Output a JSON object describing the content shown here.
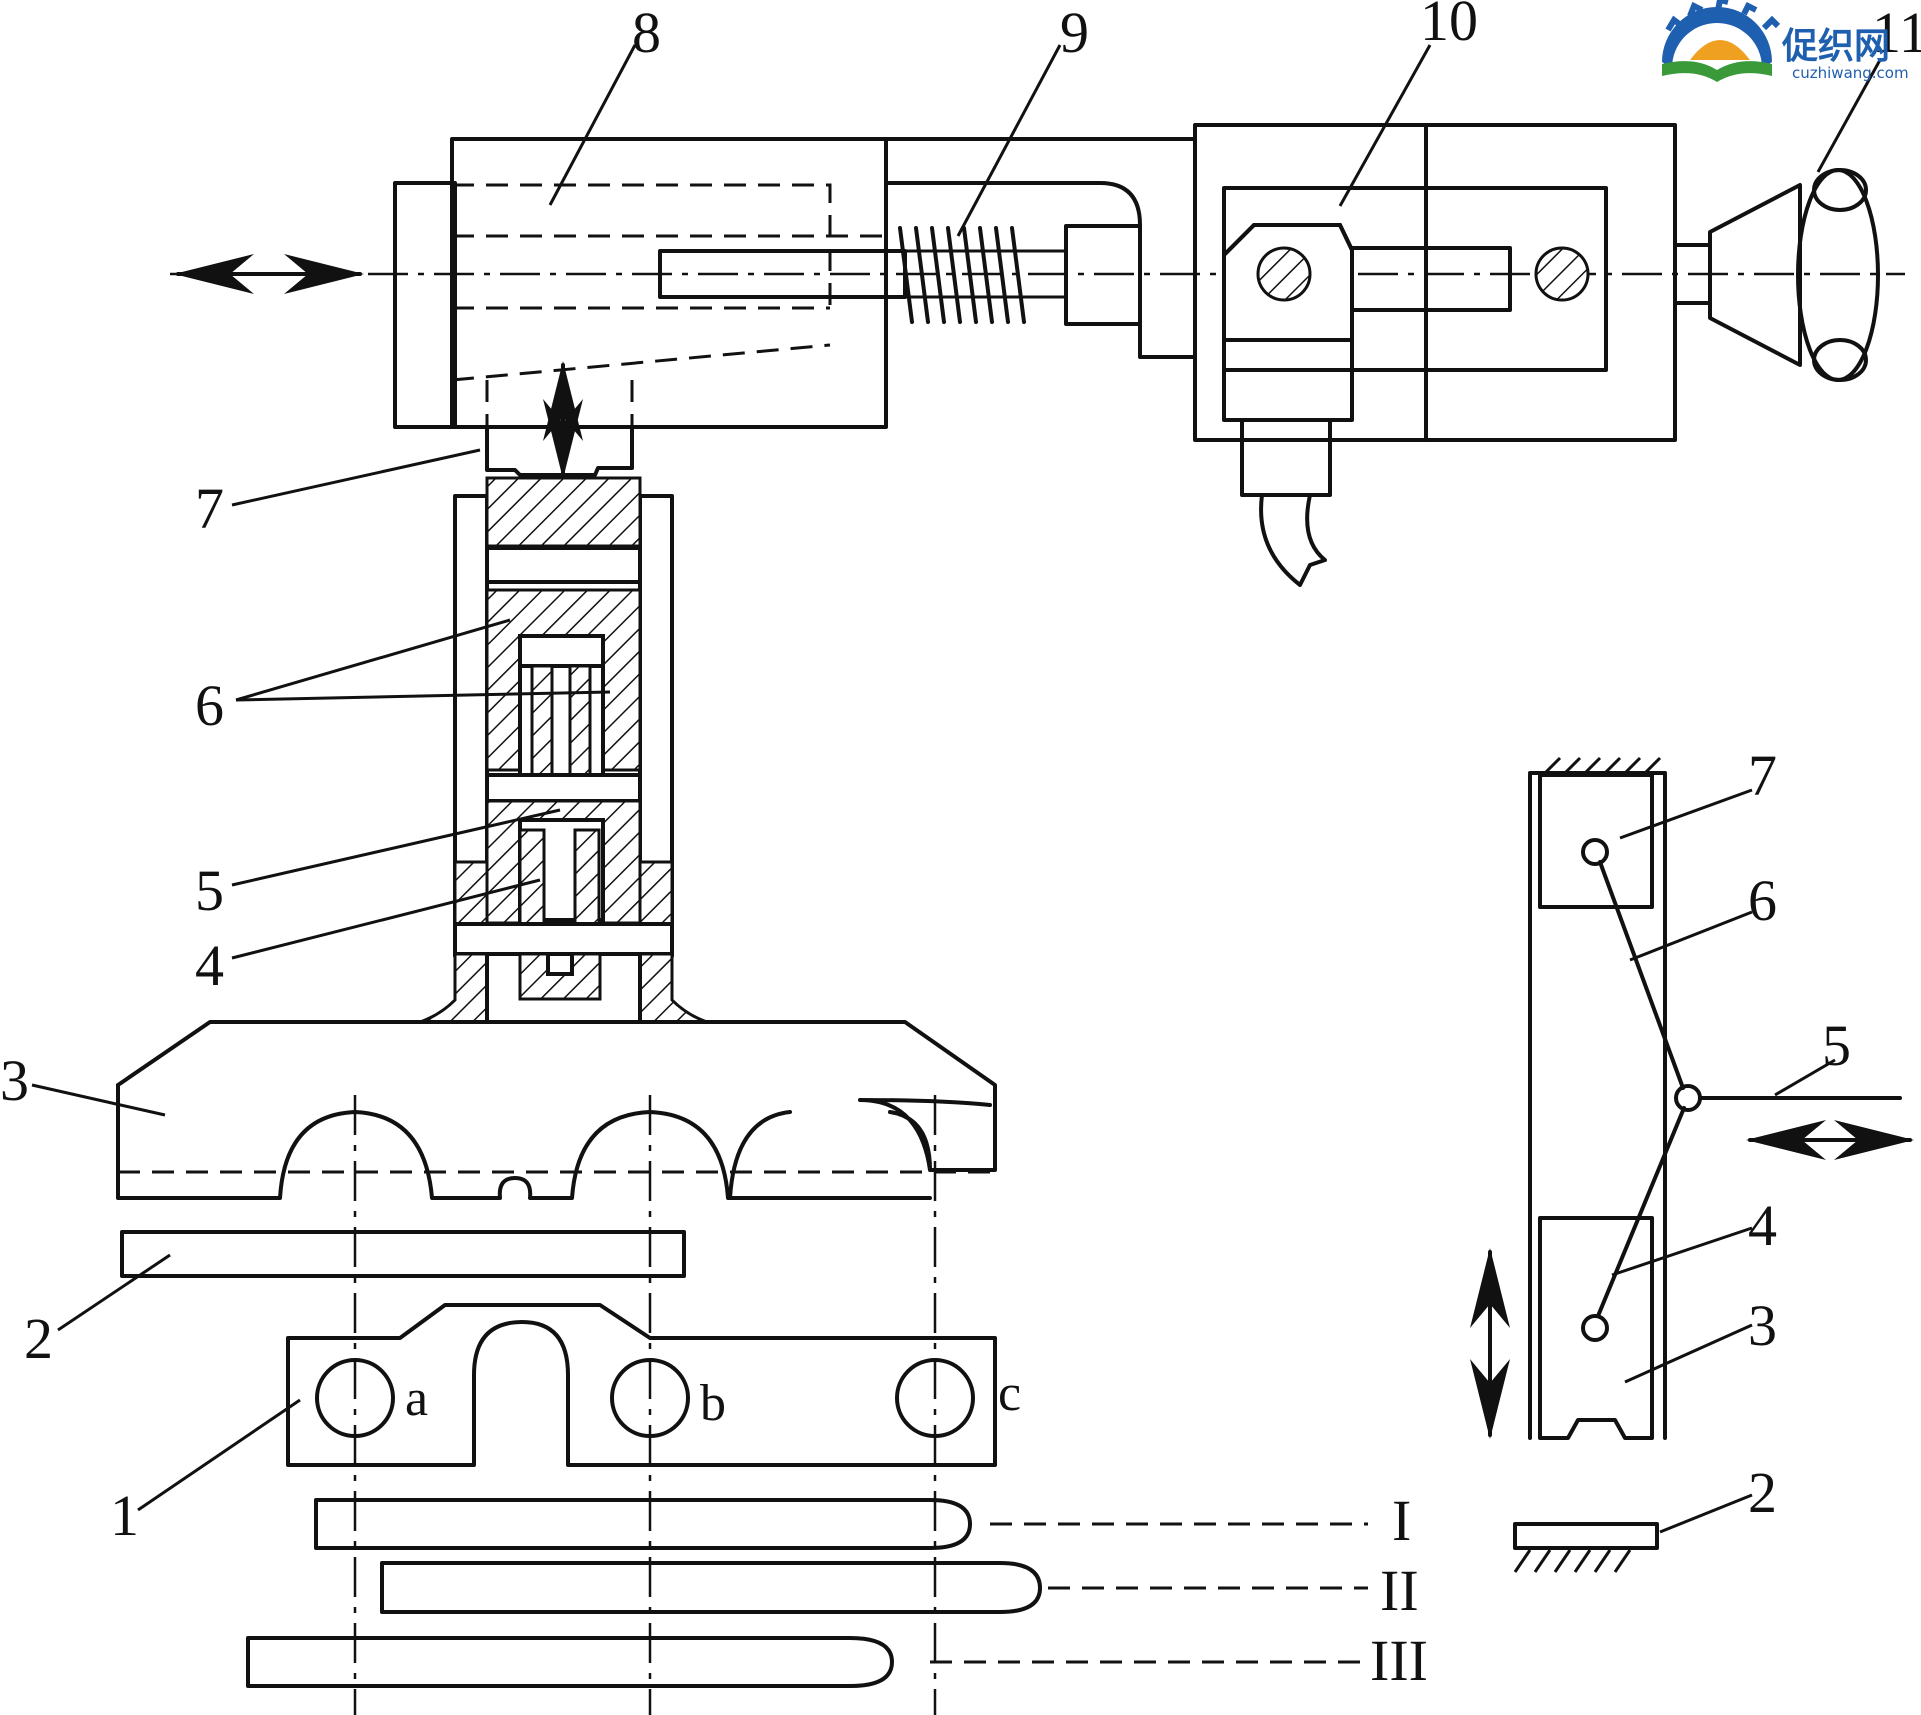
{
  "mechanism_labels": {
    "l1": "1",
    "l2": "2",
    "l3": "3",
    "l4": "4",
    "l5": "5",
    "l6": "6",
    "l7": "7",
    "l8": "8",
    "l9": "9",
    "l10": "10",
    "l11": "11"
  },
  "hole_labels": {
    "a": "a",
    "b": "b",
    "c": "c"
  },
  "position_labels": {
    "p1": "I",
    "p2": "II",
    "p3": "III"
  },
  "schematic_labels": {
    "s2": "2",
    "s3": "3",
    "s4": "4",
    "s5": "5",
    "s6": "6",
    "s7": "7"
  },
  "logo": {
    "name": "促织网",
    "url": "cuzhiwang.com",
    "colors": {
      "blue": "#1f5fb0",
      "orange": "#f0a020",
      "green": "#3a9a3a"
    }
  }
}
